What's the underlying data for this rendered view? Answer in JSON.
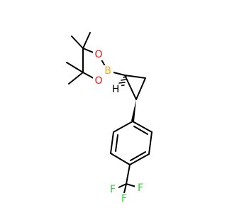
{
  "molecule": {
    "atom_labels": {
      "boron": "B",
      "oxygen_upper": "O",
      "oxygen_lower": "O",
      "hydrogen": "H",
      "fluorine_left": "F",
      "fluorine_right": "F",
      "fluorine_bottom": "F"
    },
    "colors": {
      "bond": "#000000",
      "boron": "#F5A623",
      "oxygen": "#FF0D0D",
      "hydrogen": "#000000",
      "fluorine": "#33CC33"
    }
  }
}
